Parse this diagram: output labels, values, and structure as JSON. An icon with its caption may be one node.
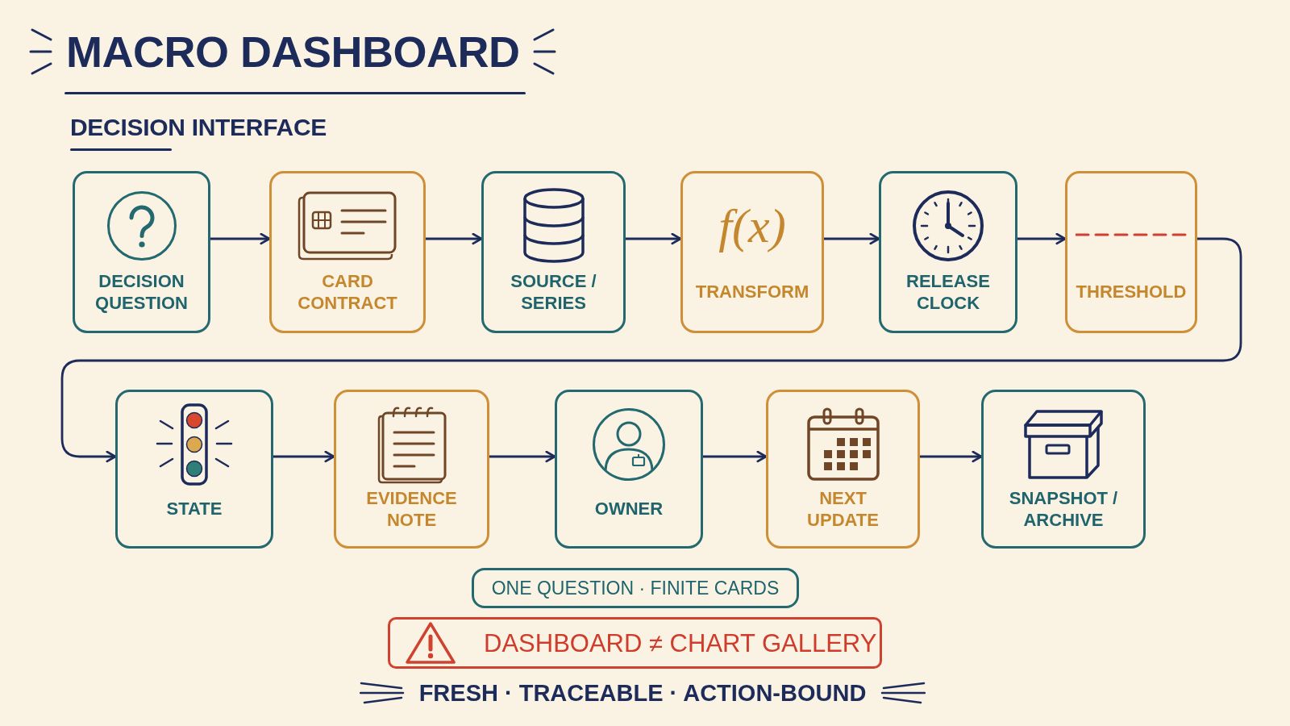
{
  "diagram": {
    "title": "MACRO DASHBOARD",
    "nodes": [
      {
        "text": [
          "DECISION QUESTION"
        ]
      },
      {
        "text": [
          "CARD CONTRACT"
        ]
      },
      {
        "text": [
          "SOURCE / SERIES"
        ]
      },
      {
        "text": [
          "f(x)",
          "TRANSFORM"
        ]
      },
      {
        "text": [
          "RELEASE CLOCK"
        ]
      },
      {
        "text": [
          "THRESHOLD"
        ]
      },
      {
        "text": [
          "STATE"
        ]
      },
      {
        "text": [
          "EVIDENCE NOTE"
        ]
      },
      {
        "text": [
          "OWNER"
        ]
      },
      {
        "text": [
          "NEXT UPDATE"
        ]
      },
      {
        "text": [
          "SNAPSHOT / ARCHIVE"
        ]
      },
      {
        "text": [
          "ONE QUESTION · FINITE CARDS"
        ]
      },
      {
        "text": [
          "DASHBOARD ≠ CHART GALLERY"
        ]
      }
    ],
    "edges": [
      {
        "from": 0,
        "to": 1,
        "arrow": "to"
      },
      {
        "from": 1,
        "to": 2,
        "arrow": "to"
      },
      {
        "from": 2,
        "to": 3,
        "arrow": "to"
      },
      {
        "from": 3,
        "to": 4,
        "arrow": "to"
      },
      {
        "from": 4,
        "to": 5,
        "arrow": "to"
      },
      {
        "from": 5,
        "to": 6,
        "arrow": "to"
      },
      {
        "from": 6,
        "to": 7,
        "arrow": "to"
      },
      {
        "from": 7,
        "to": 8,
        "arrow": "to"
      },
      {
        "from": 8,
        "to": 9,
        "arrow": "to"
      },
      {
        "from": 9,
        "to": 10,
        "arrow": "to"
      }
    ],
    "labels": [
      "DECISION INTERFACE",
      "FRESH · TRACEABLE · ACTION-BOUND"
    ]
  }
}
